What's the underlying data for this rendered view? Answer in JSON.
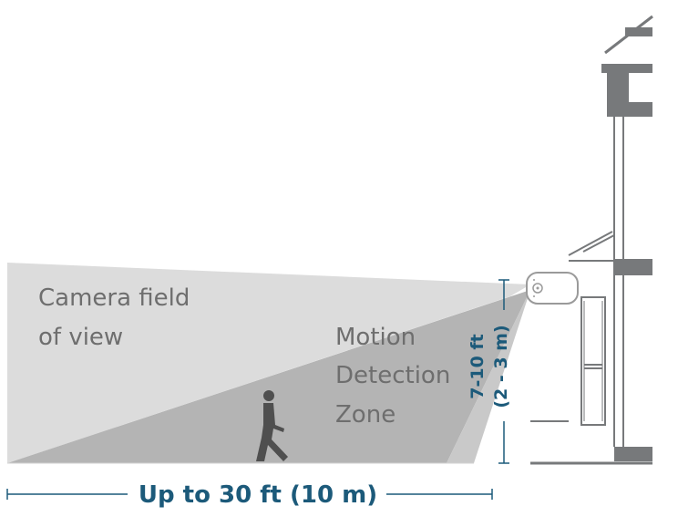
{
  "labels": {
    "field_of_view_line1": "Camera field",
    "field_of_view_line2": "of view",
    "motion_zone_line1": "Motion",
    "motion_zone_line2": "Detection",
    "motion_zone_line3": "Zone",
    "height_line1": "7-10 ft",
    "height_line2": "(2 - 3 m)",
    "distance": "Up to 30 ft (10 m)"
  },
  "colors": {
    "field_of_view": "#dcdcdc",
    "motion_zone": "#b4b4b4",
    "motion_zone_edge": "#c9c9c9",
    "house": "#77797b",
    "person": "#4f4f4f",
    "dimension_accent": "#1c5a7a"
  }
}
